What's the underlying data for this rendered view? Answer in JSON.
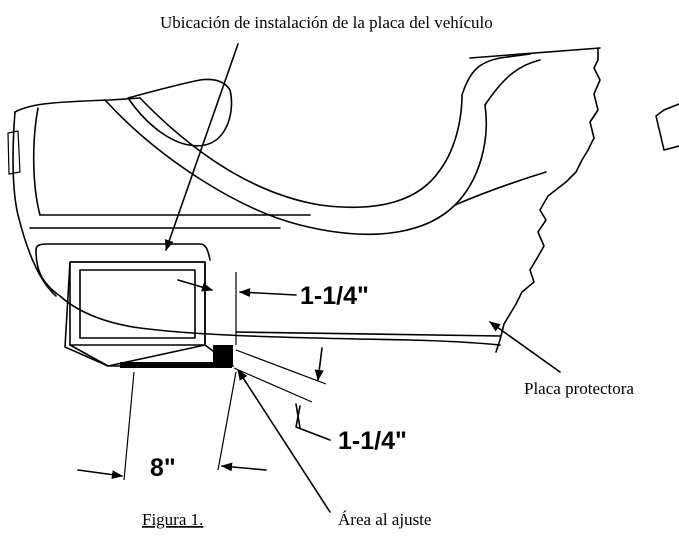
{
  "labels": {
    "title_top": "Ubicación de instalación de la placa del vehículo",
    "dim_upper": "1-1/4\"",
    "dim_lower": "1-1/4\"",
    "dim_width": "8\"",
    "protector": "Placa protectora",
    "area": "Área al ajuste",
    "figure": "Figura 1."
  },
  "colors": {
    "ink": "#000000",
    "background": "#ffffff"
  }
}
